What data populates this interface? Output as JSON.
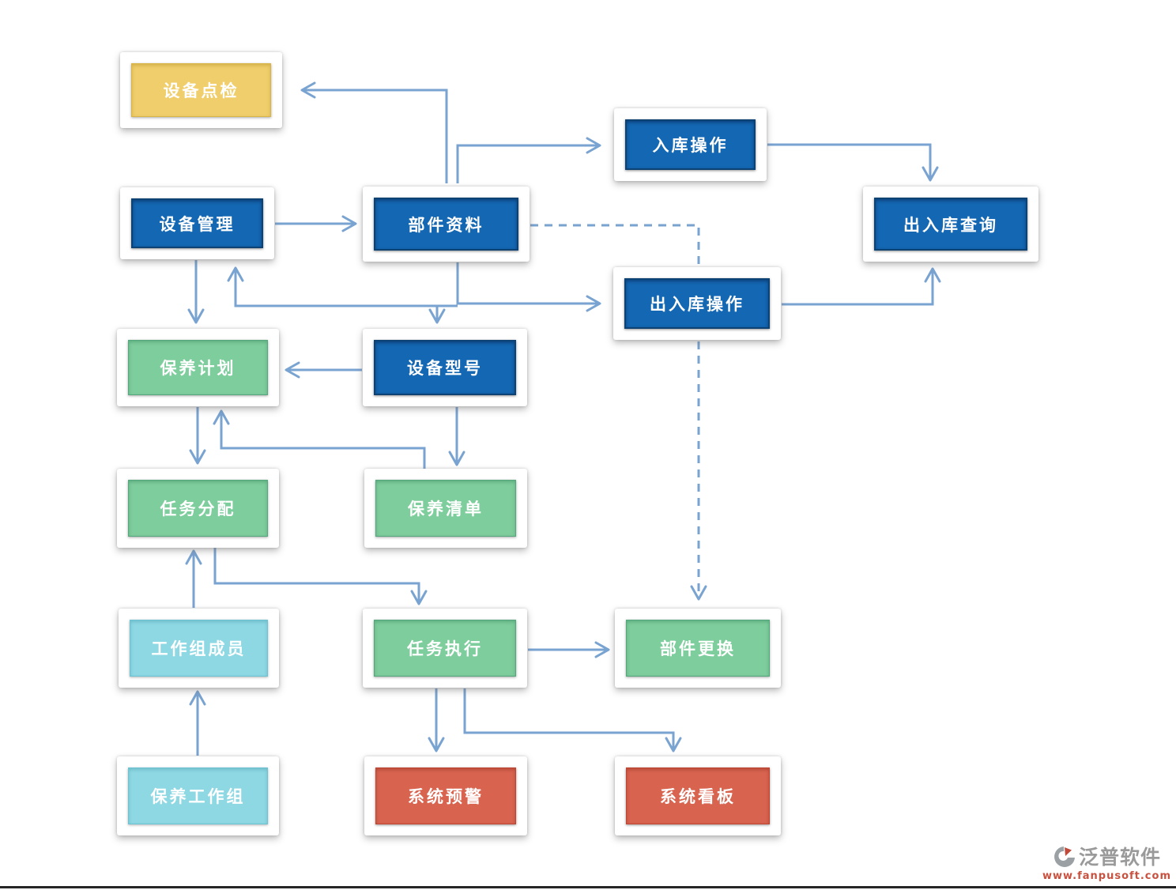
{
  "diagram": {
    "nodes": [
      {
        "id": "equip-check",
        "label": "设备点检",
        "color": "yellow"
      },
      {
        "id": "equip-mgmt",
        "label": "设备管理",
        "color": "blue"
      },
      {
        "id": "part-data",
        "label": "部件资料",
        "color": "blue"
      },
      {
        "id": "inbound-op",
        "label": "入库操作",
        "color": "blue"
      },
      {
        "id": "inout-query",
        "label": "出入库查询",
        "color": "blue"
      },
      {
        "id": "inout-op",
        "label": "出入库操作",
        "color": "blue"
      },
      {
        "id": "maint-plan",
        "label": "保养计划",
        "color": "green"
      },
      {
        "id": "equip-model",
        "label": "设备型号",
        "color": "blue"
      },
      {
        "id": "task-assign",
        "label": "任务分配",
        "color": "green"
      },
      {
        "id": "maint-list",
        "label": "保养清单",
        "color": "green"
      },
      {
        "id": "workgroup-members",
        "label": "工作组成员",
        "color": "cyan"
      },
      {
        "id": "task-exec",
        "label": "任务执行",
        "color": "green"
      },
      {
        "id": "part-replace",
        "label": "部件更换",
        "color": "green"
      },
      {
        "id": "maint-workgroup",
        "label": "保养工作组",
        "color": "cyan"
      },
      {
        "id": "system-alert",
        "label": "系统预警",
        "color": "red"
      },
      {
        "id": "system-board",
        "label": "系统看板",
        "color": "red"
      }
    ],
    "edges": [
      {
        "from": "part-data",
        "to": "equip-check",
        "style": "solid"
      },
      {
        "from": "part-data",
        "to": "inbound-op",
        "style": "solid"
      },
      {
        "from": "inbound-op",
        "to": "inout-query",
        "style": "solid"
      },
      {
        "from": "equip-mgmt",
        "to": "part-data",
        "style": "solid"
      },
      {
        "from": "part-data",
        "to": "part-replace",
        "style": "dashed"
      },
      {
        "from": "inout-op",
        "to": "inout-query",
        "style": "solid"
      },
      {
        "from": "equip-mgmt",
        "to": "maint-plan",
        "style": "solid"
      },
      {
        "from": "part-data",
        "to": "inout-op",
        "style": "solid"
      },
      {
        "from": "part-data",
        "to": "equip-mgmt",
        "style": "solid"
      },
      {
        "from": "part-data",
        "to": "equip-model",
        "style": "solid"
      },
      {
        "from": "equip-model",
        "to": "maint-plan",
        "style": "solid"
      },
      {
        "from": "maint-plan",
        "to": "task-assign",
        "style": "solid"
      },
      {
        "from": "maint-list",
        "to": "maint-plan",
        "style": "solid"
      },
      {
        "from": "equip-model",
        "to": "maint-list",
        "style": "solid"
      },
      {
        "from": "task-assign",
        "to": "task-exec",
        "style": "solid"
      },
      {
        "from": "maint-workgroup",
        "to": "workgroup-members",
        "style": "solid"
      },
      {
        "from": "workgroup-members",
        "to": "task-assign",
        "style": "solid"
      },
      {
        "from": "task-exec",
        "to": "part-replace",
        "style": "solid"
      },
      {
        "from": "task-exec",
        "to": "system-alert",
        "style": "solid"
      },
      {
        "from": "task-exec",
        "to": "system-board",
        "style": "solid"
      }
    ],
    "colors": {
      "box_blue": "#1467B2",
      "box_green": "#7ECD9D",
      "box_cyan": "#8ED8E4",
      "box_yellow": "#EFCE6B",
      "box_red": "#D86450",
      "arrow_line": "#79A3D1",
      "label_text": "#FFFFFF"
    }
  },
  "watermark": {
    "brand": "泛普软件",
    "url": "www.fanpusoft.com"
  }
}
